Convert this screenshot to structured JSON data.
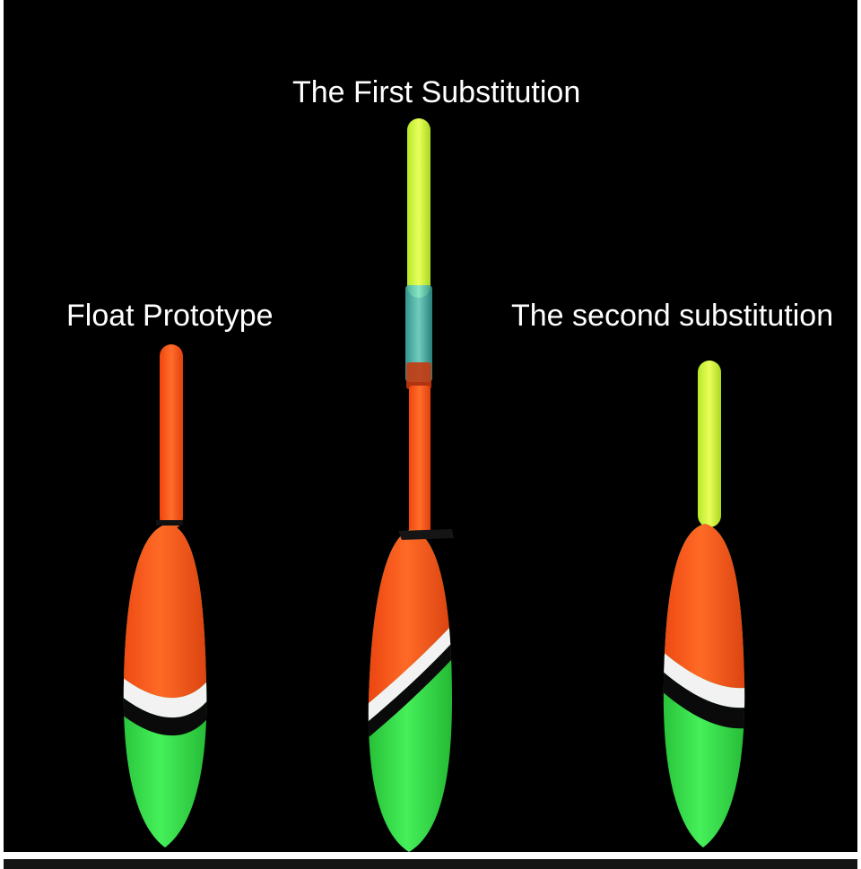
{
  "captions": {
    "first": "The First Substitution",
    "prototype": "Float Prototype",
    "second": "The second substitution"
  },
  "colors": {
    "background": "#000000",
    "orange": "#ff5a1a",
    "green": "#35e04a",
    "glow_yellow": "#d8ff3a",
    "stripe_white": "#f2f2f2",
    "stripe_black": "#0a0a0a"
  },
  "floats": [
    {
      "name": "Float Prototype",
      "tip": "orange antenna"
    },
    {
      "name": "The First Substitution",
      "tip": "glow stick with clear connector"
    },
    {
      "name": "The second substitution",
      "tip": "glow stick"
    }
  ]
}
